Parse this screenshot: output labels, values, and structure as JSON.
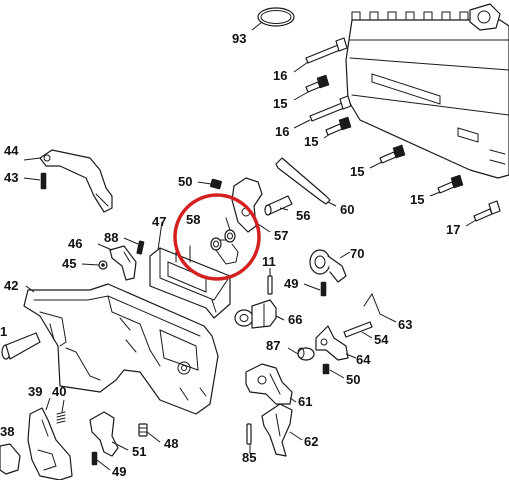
{
  "diagram": {
    "highlight_color": "#d42020",
    "highlighted_part": "58",
    "labels": [
      {
        "id": "93",
        "text": "93"
      },
      {
        "id": "16a",
        "text": "16"
      },
      {
        "id": "15a",
        "text": "15"
      },
      {
        "id": "16b",
        "text": "16"
      },
      {
        "id": "15b",
        "text": "15"
      },
      {
        "id": "15c",
        "text": "15"
      },
      {
        "id": "15d",
        "text": "15"
      },
      {
        "id": "17",
        "text": "17"
      },
      {
        "id": "44",
        "text": "44"
      },
      {
        "id": "43",
        "text": "43"
      },
      {
        "id": "50a",
        "text": "50"
      },
      {
        "id": "60",
        "text": "60"
      },
      {
        "id": "58",
        "text": "58"
      },
      {
        "id": "56",
        "text": "56"
      },
      {
        "id": "57",
        "text": "57"
      },
      {
        "id": "47",
        "text": "47"
      },
      {
        "id": "88a",
        "text": "88"
      },
      {
        "id": "46",
        "text": "46"
      },
      {
        "id": "45",
        "text": "45"
      },
      {
        "id": "70",
        "text": "70"
      },
      {
        "id": "11",
        "text": "11"
      },
      {
        "id": "49a",
        "text": "49"
      },
      {
        "id": "42",
        "text": "42"
      },
      {
        "id": "66",
        "text": "66"
      },
      {
        "id": "63",
        "text": "63"
      },
      {
        "id": "54",
        "text": "54"
      },
      {
        "id": "1",
        "text": "1"
      },
      {
        "id": "87",
        "text": "87"
      },
      {
        "id": "64",
        "text": "64"
      },
      {
        "id": "50b",
        "text": "50"
      },
      {
        "id": "39",
        "text": "39"
      },
      {
        "id": "40",
        "text": "40"
      },
      {
        "id": "61",
        "text": "61"
      },
      {
        "id": "38",
        "text": "38"
      },
      {
        "id": "48",
        "text": "48"
      },
      {
        "id": "51",
        "text": "51"
      },
      {
        "id": "62",
        "text": "62"
      },
      {
        "id": "85",
        "text": "85"
      },
      {
        "id": "49b",
        "text": "49"
      }
    ]
  }
}
